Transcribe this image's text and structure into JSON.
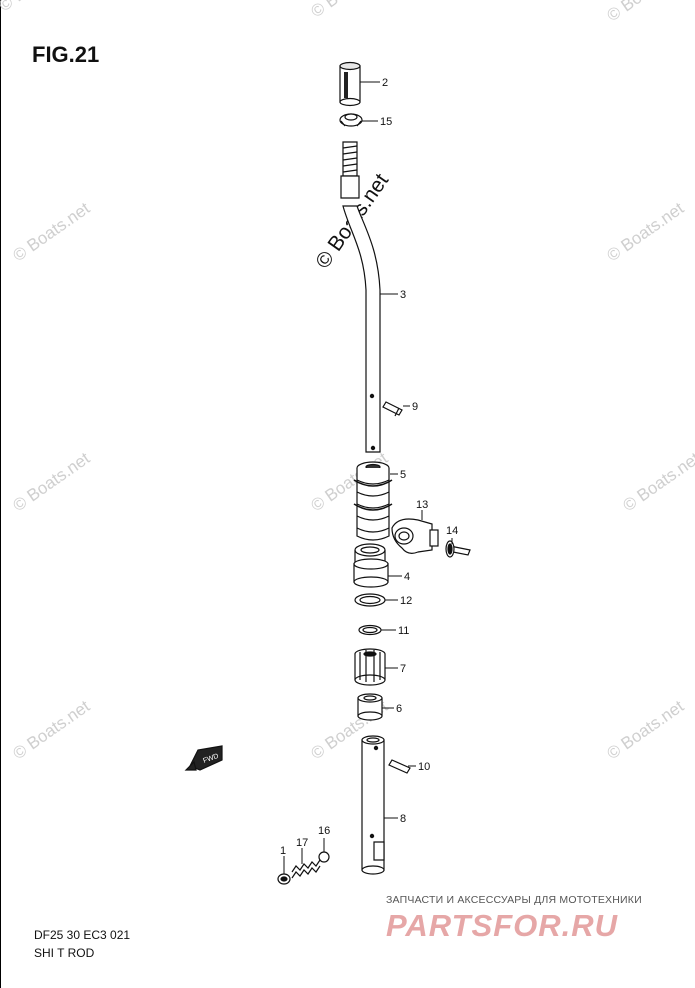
{
  "figure": {
    "title": "FIG.21",
    "code": "DF25 30 EC3  021",
    "subtitle": "SHI T ROD"
  },
  "watermarks": {
    "small": "© Boats.net",
    "large": "© Boats.net"
  },
  "callouts": [
    "2",
    "15",
    "3",
    "9",
    "5",
    "13",
    "14",
    "4",
    "12",
    "11",
    "7",
    "6",
    "10",
    "8",
    "16",
    "17",
    "1"
  ],
  "fwd_symbol": "FWD",
  "advert": {
    "caption": "ЗАПЧАСТИ И АКСЕССУАРЫ ДЛЯ МОТОТЕХНИКИ",
    "logo": "PARTSFOR.RU"
  }
}
